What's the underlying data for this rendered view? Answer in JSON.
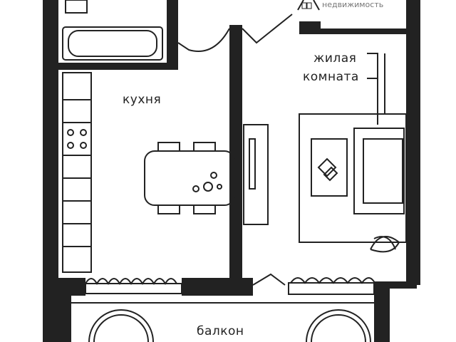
{
  "rooms": {
    "kitchen": "кухня",
    "living_line1": "жилая",
    "living_line2": "комната",
    "balcony": "балкон"
  },
  "logo": {
    "text": "недвижимость"
  },
  "colors": {
    "wall": "#222222",
    "line": "#222222",
    "background": "#ffffff"
  }
}
